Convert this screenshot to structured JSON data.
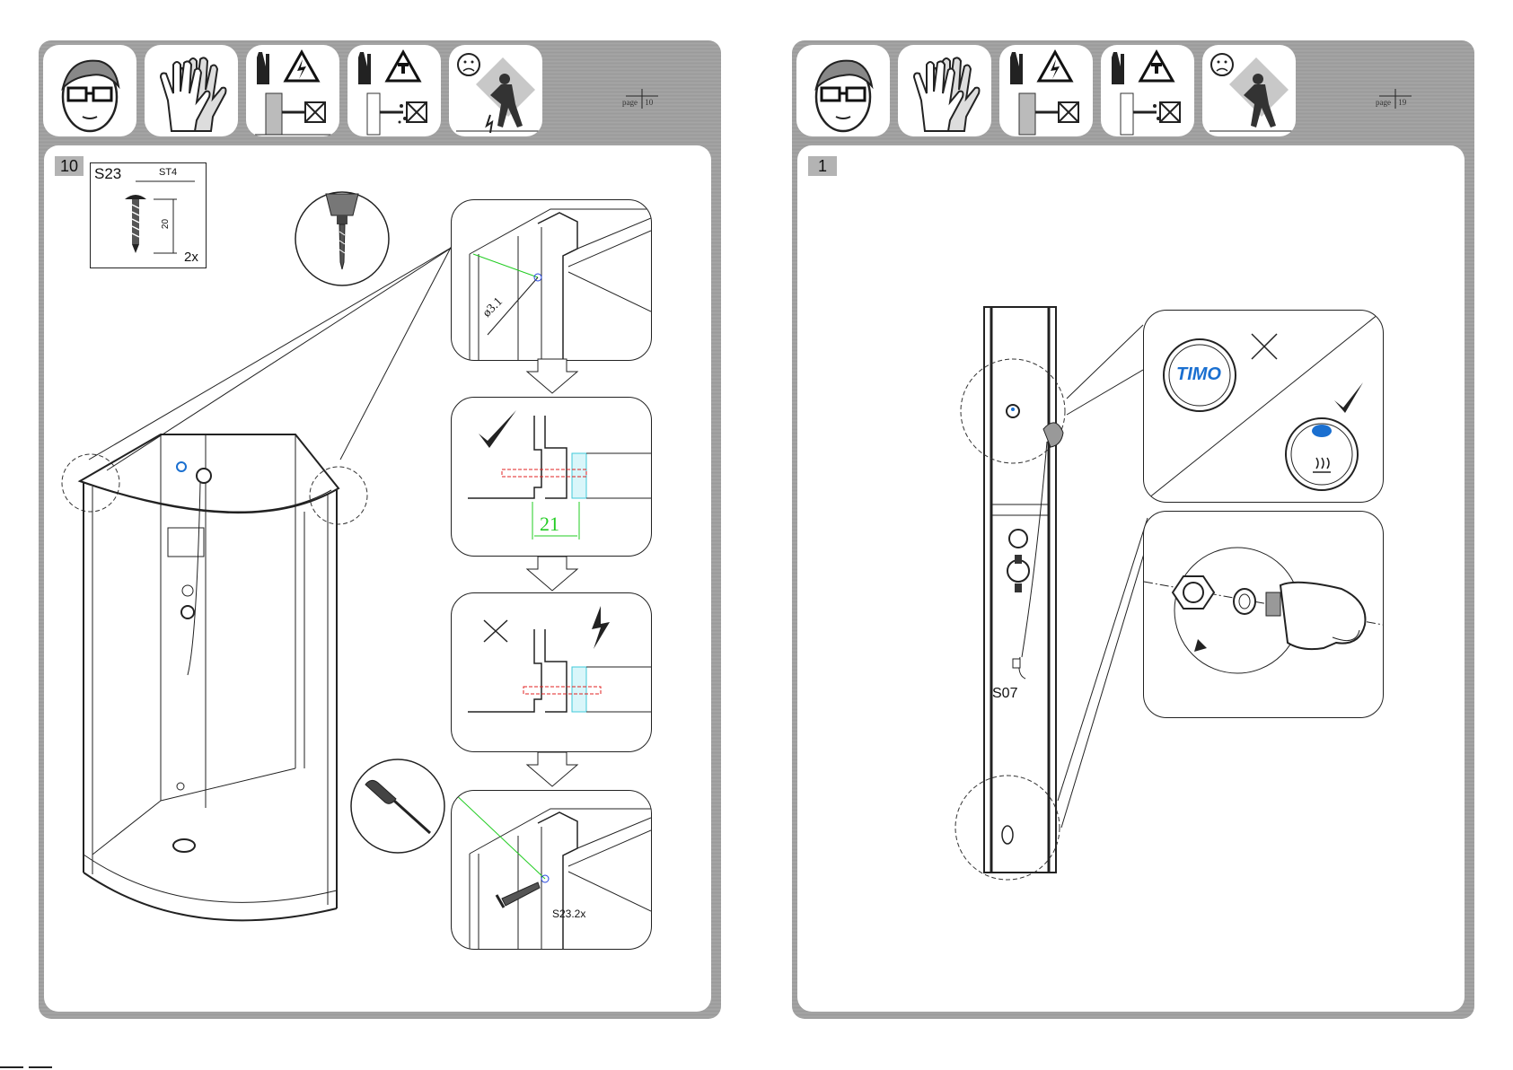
{
  "pages": {
    "left": {
      "page_label": "page",
      "page_number": "10",
      "step_number": "10",
      "part_box": {
        "part_code": "S23",
        "screw_type": "ST4",
        "length": "20",
        "quantity": "2x"
      },
      "dimension": "21",
      "hole_diameter": "ø3.1",
      "screw_callout": "S23.2x"
    },
    "right": {
      "page_label": "page",
      "page_number": "19",
      "step_number": "1",
      "part_code": "S07",
      "brand_logo": "TIMO"
    }
  },
  "safety_icons": [
    "safety-glasses-icon",
    "gloves-icon",
    "electric-shock-warning-icon",
    "water-pipe-warning-icon",
    "fall-hazard-icon"
  ],
  "colors": {
    "header_gray": "#9e9e9e",
    "guide_line_green": "#22cc22",
    "error_red": "#e02020",
    "seal_cyan": "#40c8d8",
    "logo_blue": "#1a6fd0"
  }
}
